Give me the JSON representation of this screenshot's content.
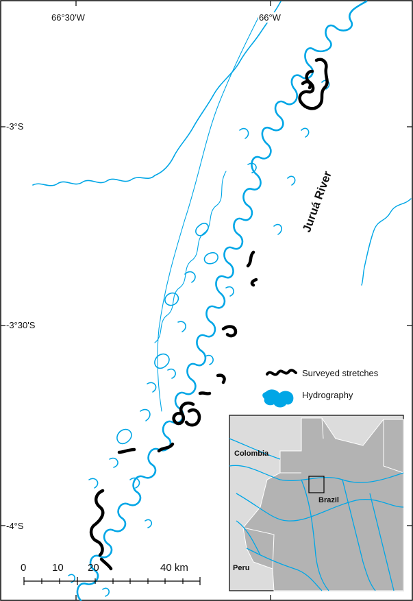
{
  "graticule": {
    "lon_top": [
      "66°30'W",
      "66°W"
    ],
    "lat_left": [
      "-3°S",
      "-3°30'S",
      "-4°S"
    ]
  },
  "river_label": "Juruá River",
  "legend": {
    "surveyed": "Surveyed stretches",
    "hydrography": "Hydrography"
  },
  "inset": {
    "colombia": "Colombia",
    "brazil": "Brazil",
    "peru": "Peru"
  },
  "scale_bar": {
    "labels": [
      "0",
      "10",
      "20",
      "40 km"
    ]
  },
  "colors": {
    "water": "#00a6e6",
    "surveyed": "#000000",
    "inset_land": "#b3b3b3",
    "inset_outside": "#dcdcdc",
    "inset_border": "#ffffff"
  }
}
